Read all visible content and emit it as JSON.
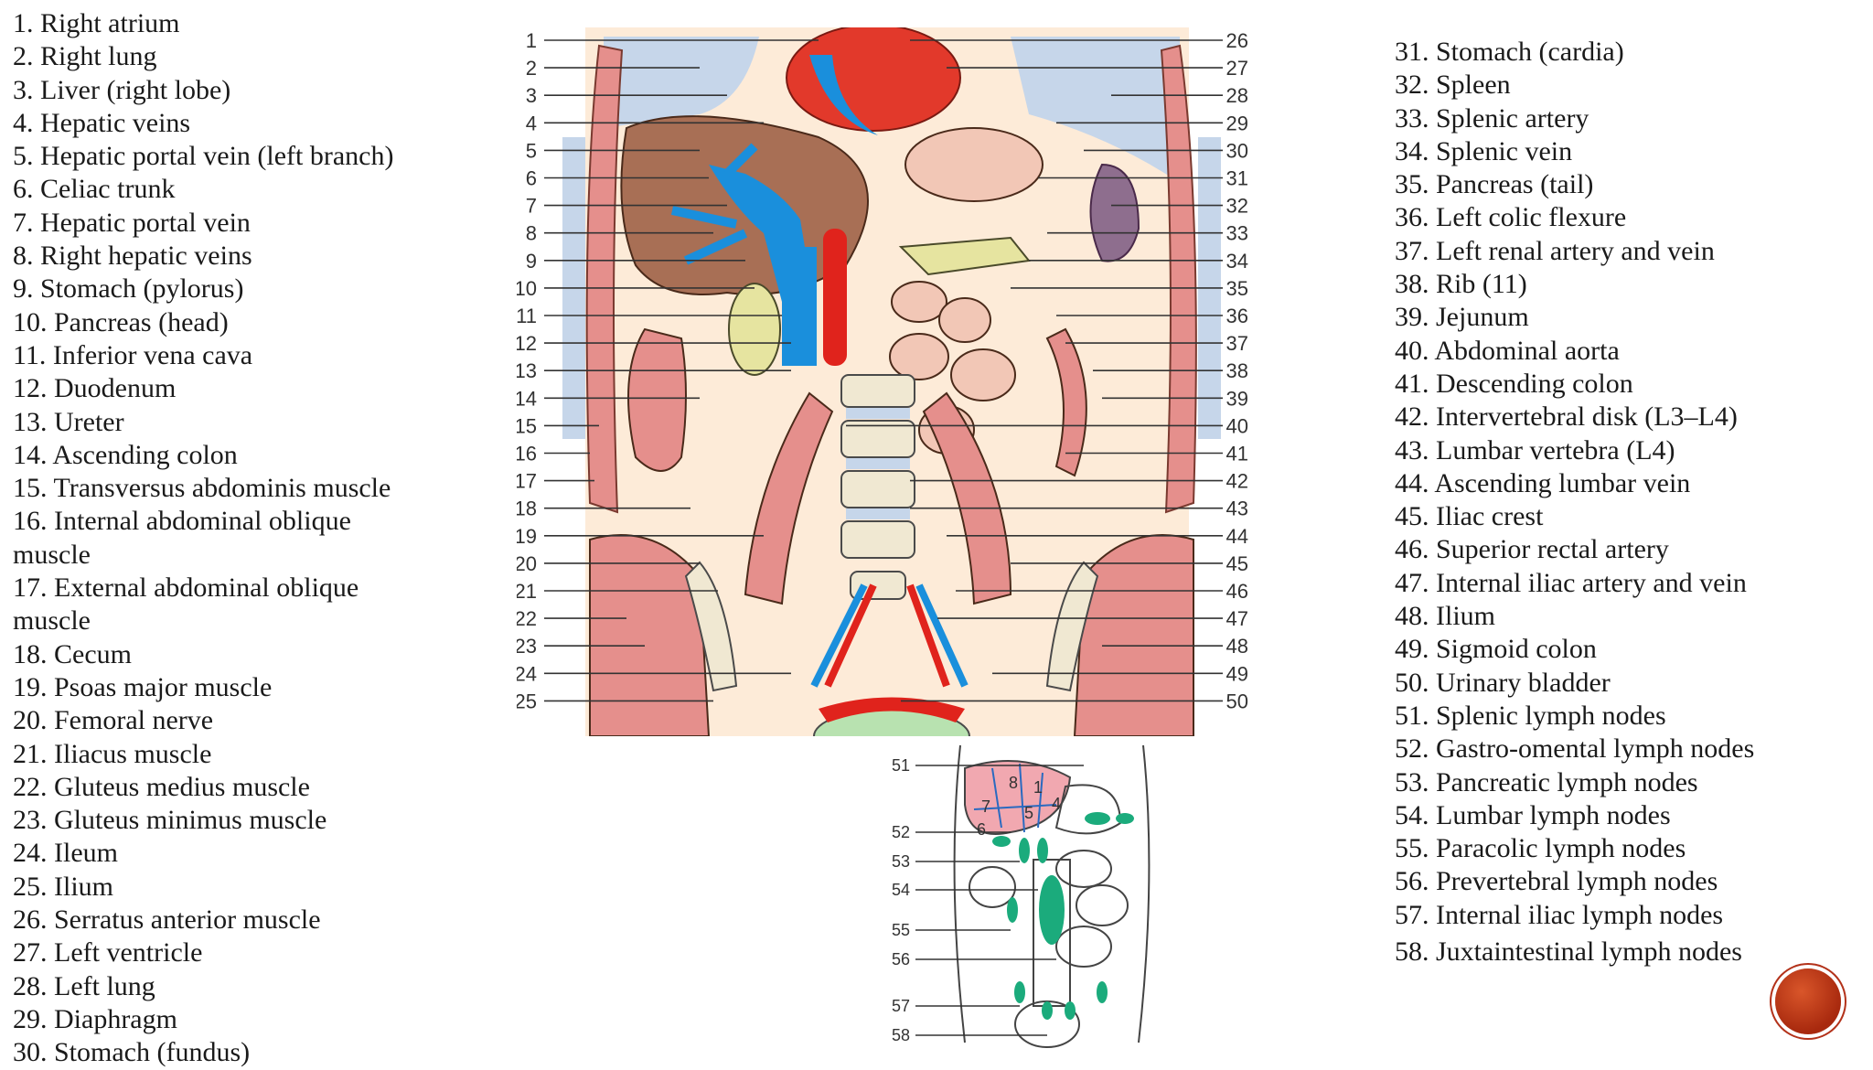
{
  "legend_left": [
    "1. Right atrium",
    "2. Right lung",
    "3. Liver (right lobe)",
    "4. Hepatic veins",
    "5. Hepatic portal vein (left branch)",
    "6. Celiac trunk",
    "7. Hepatic portal vein",
    "8. Right hepatic veins",
    "9. Stomach (pylorus)",
    "10. Pancreas (head)",
    "11. Inferior vena cava",
    "12. Duodenum",
    "13. Ureter",
    "14. Ascending colon",
    "15. Transversus abdominis muscle",
    "16. Internal abdominal oblique muscle",
    "17. External abdominal oblique muscle",
    "18. Cecum",
    "19. Psoas major muscle",
    "20. Femoral nerve",
    "21. Iliacus muscle",
    "22. Gluteus medius muscle",
    "23. Gluteus minimus muscle",
    "24. Ileum",
    "25. Ilium",
    "26. Serratus anterior muscle",
    "27. Left ventricle",
    "28. Left lung",
    "29. Diaphragm",
    "30. Stomach (fundus)"
  ],
  "legend_right": [
    "31. Stomach (cardia)",
    "32. Spleen",
    "33. Splenic artery",
    "34. Splenic vein",
    "35. Pancreas (tail)",
    "36. Left colic flexure",
    "37. Left renal artery and vein",
    "38. Rib (11)",
    "39. Jejunum",
    "40. Abdominal aorta",
    "41. Descending colon",
    "42. Intervertebral disk (L3–L4)",
    "43. Lumbar vertebra (L4)",
    "44. Ascending lumbar vein",
    "45. Iliac crest",
    "46. Superior rectal artery",
    "47. Internal iliac artery and vein",
    "48. Ilium",
    "49. Sigmoid colon",
    "50. Urinary bladder",
    "51. Splenic lymph nodes",
    "52. Gastro-omental lymph nodes",
    "53. Pancreatic lymph nodes",
    "54. Lumbar lymph nodes",
    "55. Paracolic lymph nodes",
    "56. Prevertebral lymph nodes",
    "57. Internal iliac lymph nodes",
    "58. Juxtaintestinal lymph nodes"
  ],
  "main_figure": {
    "left_numbers": [
      "1",
      "2",
      "3",
      "4",
      "5",
      "6",
      "7",
      "8",
      "9",
      "10",
      "11",
      "12",
      "13",
      "14",
      "15",
      "16",
      "17",
      "18",
      "19",
      "20",
      "21",
      "22",
      "23",
      "24",
      "25"
    ],
    "right_numbers": [
      "26",
      "27",
      "28",
      "29",
      "30",
      "31",
      "32",
      "33",
      "34",
      "35",
      "36",
      "37",
      "38",
      "39",
      "40",
      "41",
      "42",
      "43",
      "44",
      "45",
      "46",
      "47",
      "48",
      "49",
      "50"
    ]
  },
  "lymph_figure": {
    "label_numbers": [
      "51",
      "52",
      "53",
      "54",
      "55",
      "56",
      "57",
      "58"
    ],
    "segment_numbers": [
      "8",
      "1",
      "7",
      "4",
      "5",
      "6"
    ]
  },
  "colors": {
    "liver": "#a86f55",
    "lung": "#c6d6ea",
    "heart": "#e2392b",
    "vein_blue": "#1a8fdc",
    "artery_red": "#e0231c",
    "muscle": "#e58f8c",
    "pancreas": "#e6e4a0",
    "bone": "#f0e8d2",
    "bowel": "#f2c7b6",
    "lymph_green": "#1bab7c",
    "bladder": "#b8e2b0",
    "nav_button": "#c0391b"
  },
  "icons": {
    "nav_button": "circle-logo-icon"
  }
}
